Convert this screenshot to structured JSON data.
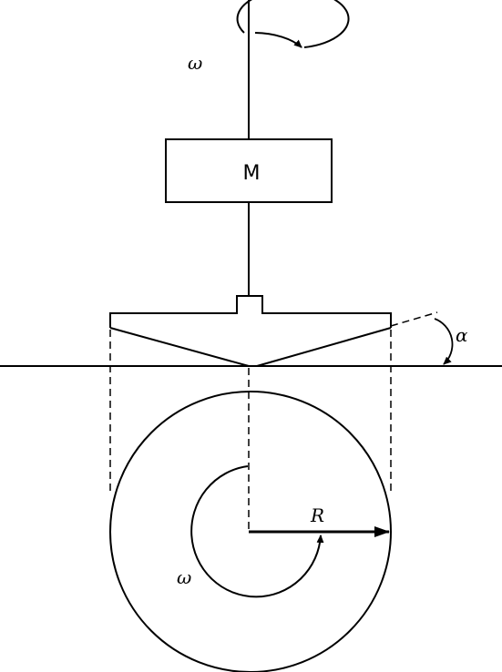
{
  "diagram": {
    "labels": {
      "omega_top": "ω",
      "motor": "M",
      "alpha": "α",
      "radius": "R",
      "omega_bottom": "ω"
    },
    "colors": {
      "stroke": "#000000",
      "background": "#ffffff"
    }
  }
}
